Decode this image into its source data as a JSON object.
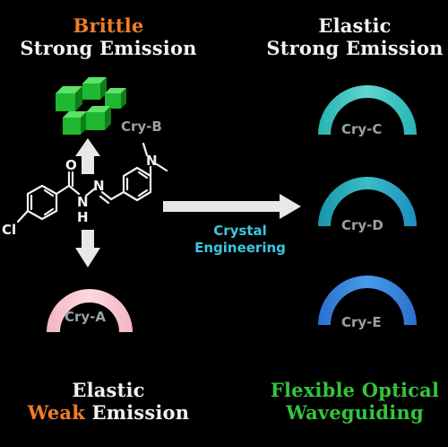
{
  "brittle_title": {
    "line1": "Brittle",
    "line2": "Strong Emission"
  },
  "elastic_strong_title": {
    "line1": "Elastic",
    "line2": "Strong Emission"
  },
  "elastic_weak_title": {
    "word1": "Elastic",
    "word2": "Weak",
    "word3": "Emission"
  },
  "waveguiding_title": {
    "line1": "Flexible Optical",
    "line2": "Waveguiding"
  },
  "crystal_labels": {
    "b": "Cry-B",
    "a": "Cry-A",
    "c": "Cry-C",
    "d": "Cry-D",
    "e": "Cry-E"
  },
  "process_label": {
    "line1": "Crystal",
    "line2": "Engineering"
  },
  "molecule_atoms": {
    "o": "O",
    "cl": "Cl",
    "n_hydrazone": "N",
    "n_imine": "N",
    "n_amine": "N",
    "h": "H"
  },
  "colors": {
    "orange": "#f07c2c",
    "green": "#34c43a",
    "cyan_label": "#3ec6dd",
    "cry_a": "#f6c6cf",
    "cry_c": "#36c3c3",
    "cry_d": "#1ea3b5",
    "cry_e": "#2f7fd8",
    "cube": "#1fb830"
  }
}
